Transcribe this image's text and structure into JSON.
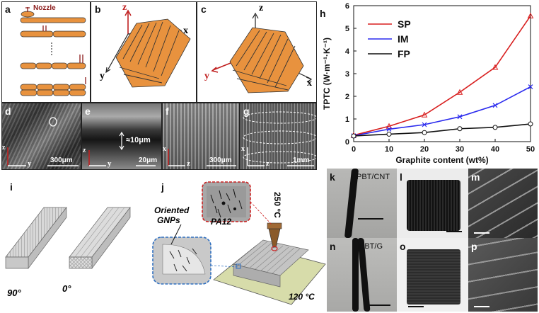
{
  "panels": {
    "a": {
      "label": "a",
      "nozzle": "Nozzle"
    },
    "b": {
      "label": "b",
      "ax_z": "z",
      "ax_x": "x",
      "ax_y": "y"
    },
    "c": {
      "label": "c",
      "ax_z": "z",
      "ax_x": "x",
      "ax_y": "y"
    },
    "d": {
      "label": "d",
      "ax_y": "y",
      "ax_z": "z",
      "scale": "300μm"
    },
    "e": {
      "label": "e",
      "ax_y": "y",
      "ax_z": "z",
      "scale": "20μm",
      "thickness": "≈10μm"
    },
    "f": {
      "label": "f",
      "ax_x": "x",
      "ax_z": "z",
      "scale": "300μm"
    },
    "g": {
      "label": "g",
      "ax_x": "x",
      "ax_z": "z",
      "scale": "1mm"
    },
    "h": {
      "label": "h"
    },
    "i": {
      "label": "i",
      "cap_90": "90°",
      "cap_0": "0°"
    },
    "j": {
      "label": "j",
      "oriented": "Oriented",
      "gnps": "GNPs",
      "pa12": "PA12",
      "nozzle_temp": "250 °C",
      "bed_temp": "120 °C"
    },
    "k": {
      "label": "k",
      "caption": "PBT/CNT"
    },
    "l": {
      "label": "l"
    },
    "m": {
      "label": "m"
    },
    "n": {
      "label": "n",
      "caption": "PBT/G"
    },
    "o": {
      "label": "o"
    },
    "p": {
      "label": "p"
    }
  },
  "colors": {
    "orange": "#e8923e",
    "sp": "#d81e1e",
    "im": "#2a2aee",
    "fp": "#111111",
    "red_dash": "#cc2020",
    "blue_dash": "#3070c0"
  },
  "chart_data": {
    "type": "line",
    "xlabel": "Graphite content (wt%)",
    "ylabel": "TPTC (W·m⁻¹·K⁻¹)",
    "x": [
      0,
      10,
      20,
      30,
      40,
      50
    ],
    "xlim": [
      0,
      50
    ],
    "ylim": [
      0,
      6
    ],
    "xticks": [
      "0",
      "10",
      "20",
      "30",
      "40",
      "50"
    ],
    "yticks": [
      "0",
      "1",
      "2",
      "3",
      "4",
      "5",
      "6"
    ],
    "legend_position": "top-left",
    "series": [
      {
        "name": "SP",
        "values": [
          0.28,
          0.68,
          1.18,
          2.18,
          3.28,
          5.55
        ],
        "color": "#d81e1e",
        "marker": "triangle"
      },
      {
        "name": "IM",
        "values": [
          0.26,
          0.55,
          0.75,
          1.1,
          1.6,
          2.42
        ],
        "color": "#2a2aee",
        "marker": "x"
      },
      {
        "name": "FP",
        "values": [
          0.25,
          0.33,
          0.4,
          0.57,
          0.63,
          0.78
        ],
        "color": "#111111",
        "marker": "circle"
      }
    ]
  }
}
